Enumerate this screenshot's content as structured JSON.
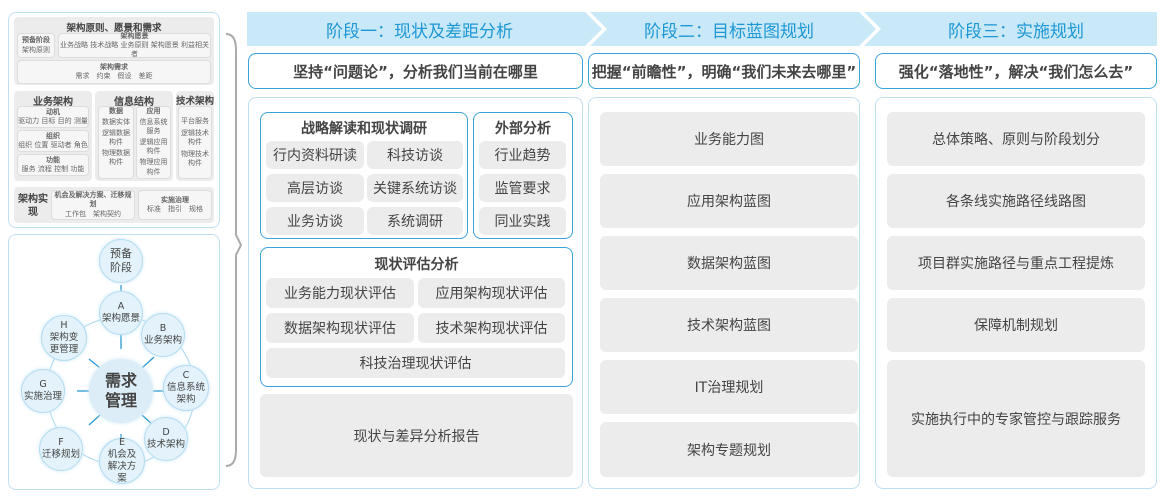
{
  "left_top": {
    "title": "架构原则、愿景和需求",
    "prep": {
      "title": "预备阶段",
      "items": "架构原则"
    },
    "vision": {
      "title": "架构愿景",
      "items": "业务战略 技术战略 业务原则 架构愿景 利益相关者"
    },
    "req": {
      "title": "架构需求",
      "items": "需求　约束　假设　差距"
    },
    "biz": {
      "title": "业务架构",
      "boxes": [
        {
          "title": "动机",
          "items": "驱动力 目标 目的 测量"
        },
        {
          "title": "组织",
          "items": "组织 位置 驱动者 角色"
        },
        {
          "title": "功能",
          "items": "服务 流程 控制 功能"
        }
      ]
    },
    "info": {
      "title": "信息结构",
      "data": {
        "title": "数据",
        "items": [
          "数据实体",
          "逻辑数据构件",
          "物理数据构件"
        ]
      },
      "app": {
        "title": "应用",
        "items": [
          "信息系统服务",
          "逻辑应用构件",
          "物理应用构件"
        ]
      }
    },
    "tech": {
      "title": "技术架构",
      "items": [
        "平台服务",
        "逻辑技术构件",
        "物理技术构件"
      ]
    },
    "impl": {
      "title": "架构实现",
      "opp": {
        "title": "机会及解决方案、迁移规划",
        "items": "工作包　架构契约"
      },
      "gov": {
        "title": "实施治理",
        "items": "标准　指引　规格"
      }
    }
  },
  "cycle": {
    "center": "需求管理",
    "prep": "预备阶段",
    "nodes": [
      {
        "letter": "A",
        "label": "架构愿景"
      },
      {
        "letter": "B",
        "label": "业务架构"
      },
      {
        "letter": "C",
        "label": "信息系统架构"
      },
      {
        "letter": "D",
        "label": "技术架构"
      },
      {
        "letter": "E",
        "label": "机会及解决方案"
      },
      {
        "letter": "F",
        "label": "迁移规划"
      },
      {
        "letter": "G",
        "label": "实施治理"
      },
      {
        "letter": "H",
        "label": "架构变更管理"
      }
    ]
  },
  "phases": [
    {
      "title": "阶段一：现状及差距分析",
      "subtitle": "坚持“问题论”，分析我们当前在哪里",
      "groups": {
        "strategy": {
          "title": "战略解读和现状调研",
          "items": [
            "行内资料研读",
            "科技访谈",
            "高层访谈",
            "关键系统访谈",
            "业务访谈",
            "系统调研"
          ]
        },
        "external": {
          "title": "外部分析",
          "items": [
            "行业趋势",
            "监管要求",
            "同业实践"
          ]
        },
        "assessment": {
          "title": "现状评估分析",
          "items": [
            "业务能力现状评估",
            "应用架构现状评估",
            "数据架构现状评估",
            "技术架构现状评估",
            "科技治理现状评估"
          ]
        }
      },
      "report": "现状与差异分析报告"
    },
    {
      "title": "阶段二：目标蓝图规划",
      "subtitle": "把握“前瞻性”，明确“我们未来去哪里”",
      "items": [
        "业务能力图",
        "应用架构蓝图",
        "数据架构蓝图",
        "技术架构蓝图",
        "IT治理规划",
        "架构专题规划"
      ]
    },
    {
      "title": "阶段三：实施规划",
      "subtitle": "强化“落地性”，解决“我们怎么去”",
      "items": [
        "总体策略、原则与阶段划分",
        "各条线实施路径线路图",
        "项目群实施路径与重点工程提炼",
        "保障机制规划",
        "实施执行中的专家管控与跟踪服务"
      ]
    }
  ],
  "colors": {
    "accent": "#3ba3d8",
    "banner": "#c9e8f8",
    "banner_text": "#1d98d3",
    "box": "#ececec"
  }
}
